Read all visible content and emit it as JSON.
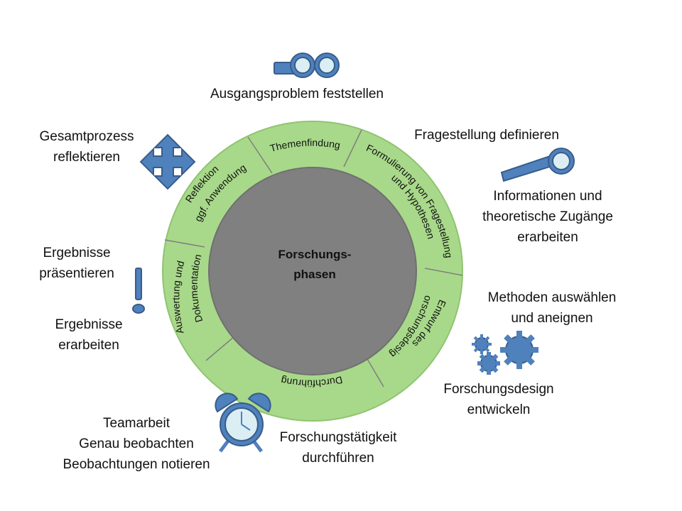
{
  "center": {
    "line1": "Forschungs-",
    "line2": "phasen"
  },
  "ring_phases": {
    "themenfindung": "Themenfindung",
    "formulierung_line1": "Formulierung von Fragestellung",
    "formulierung_line2": "und Hypothesen",
    "entwurf_line1": "Entwurf des",
    "entwurf_line2": "Forschungsdesigns",
    "durchfuehrung": "Durchführung",
    "auswertung_line1": "Auswertung und",
    "auswertung_line2": "Dokumentation",
    "reflektion_line1": "Reflektion",
    "reflektion_line2": "ggf. Anwendung"
  },
  "outer_labels": {
    "ausgangsproblem": "Ausgangsproblem feststellen",
    "fragestellung": "Fragestellung definieren",
    "informationen": [
      "Informationen und",
      "theoretische Zugänge",
      "erarbeiten"
    ],
    "methoden": [
      "Methoden auswählen",
      "und aneignen"
    ],
    "forschungsdesign": [
      "Forschungsdesign",
      "entwickeln"
    ],
    "forschungstaetigkeit": [
      "Forschungstätigkeit",
      "durchführen"
    ],
    "teamarbeit": [
      "Teamarbeit",
      "Genau beobachten",
      "Beobachtungen notieren"
    ],
    "ergebnisse_erarbeiten": [
      "Ergebnisse",
      "erarbeiten"
    ],
    "ergebnisse_praesentieren": [
      "Ergebnisse",
      "präsentieren"
    ],
    "gesamtprozess": [
      "Gesamtprozess",
      "reflektieren"
    ]
  },
  "icons": [
    "binoculars-icon",
    "magnifier-icon",
    "gears-icon",
    "alarm-clock-icon",
    "exclamation-icon",
    "four-arrows-icon"
  ],
  "colors": {
    "ring": "#a8d98a",
    "ring_stroke": "#8fc470",
    "center": "#808080",
    "icon_fill": "#4f81bd",
    "icon_stroke": "#385d8a",
    "icon_light": "#dbeef4"
  }
}
